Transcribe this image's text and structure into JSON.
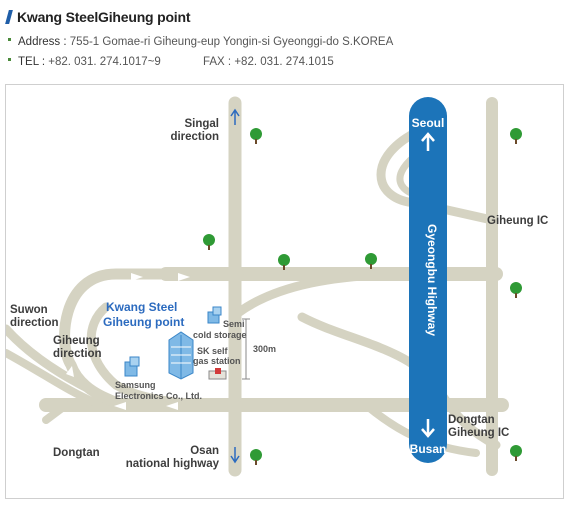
{
  "header": {
    "title": "Kwang SteelGiheung point",
    "address_label": "Address :",
    "address_value": "755-1 Gomae-ri Giheung-eup Yongin-si Gyeonggi-do S.KOREA",
    "tel_label": "TEL :",
    "tel_value": "+82. 031. 274.1017~9",
    "fax_label": "FAX :",
    "fax_value": "+82. 031. 274.1015"
  },
  "map": {
    "labels": {
      "singal_1": "Singal",
      "singal_2": "direction",
      "suwon_1": "Suwon",
      "suwon_2": "direction",
      "giheung_1": "Giheung",
      "giheung_2": "direction",
      "dongtan": "Dongtan",
      "osan_1": "Osan",
      "osan_2": "national highway",
      "giheung_ic": "Giheung IC",
      "dongtan_ic_1": "Dongtan",
      "dongtan_ic_2": "Giheung IC",
      "company_1": "Kwang Steel",
      "company_2": "Giheung point",
      "semi_1": "Semi",
      "semi_2": "cold storage",
      "sk_1": "SK self",
      "sk_2": "gas station",
      "samsung_1": "Samsung",
      "samsung_2": "Electronics Co., Ltd.",
      "distance": "300m"
    },
    "highway": {
      "name": "Gyeongbu Highway",
      "north": "Seoul",
      "south": "Busan"
    },
    "colors": {
      "road": "#d5d3c2",
      "highway": "#1c74b9",
      "tree": "#2f9a35",
      "brand_blue": "#2c6bbf"
    },
    "icons": [
      "tree-icon",
      "building-icon",
      "gas-station-icon",
      "arrow-up-icon",
      "arrow-down-icon"
    ]
  }
}
